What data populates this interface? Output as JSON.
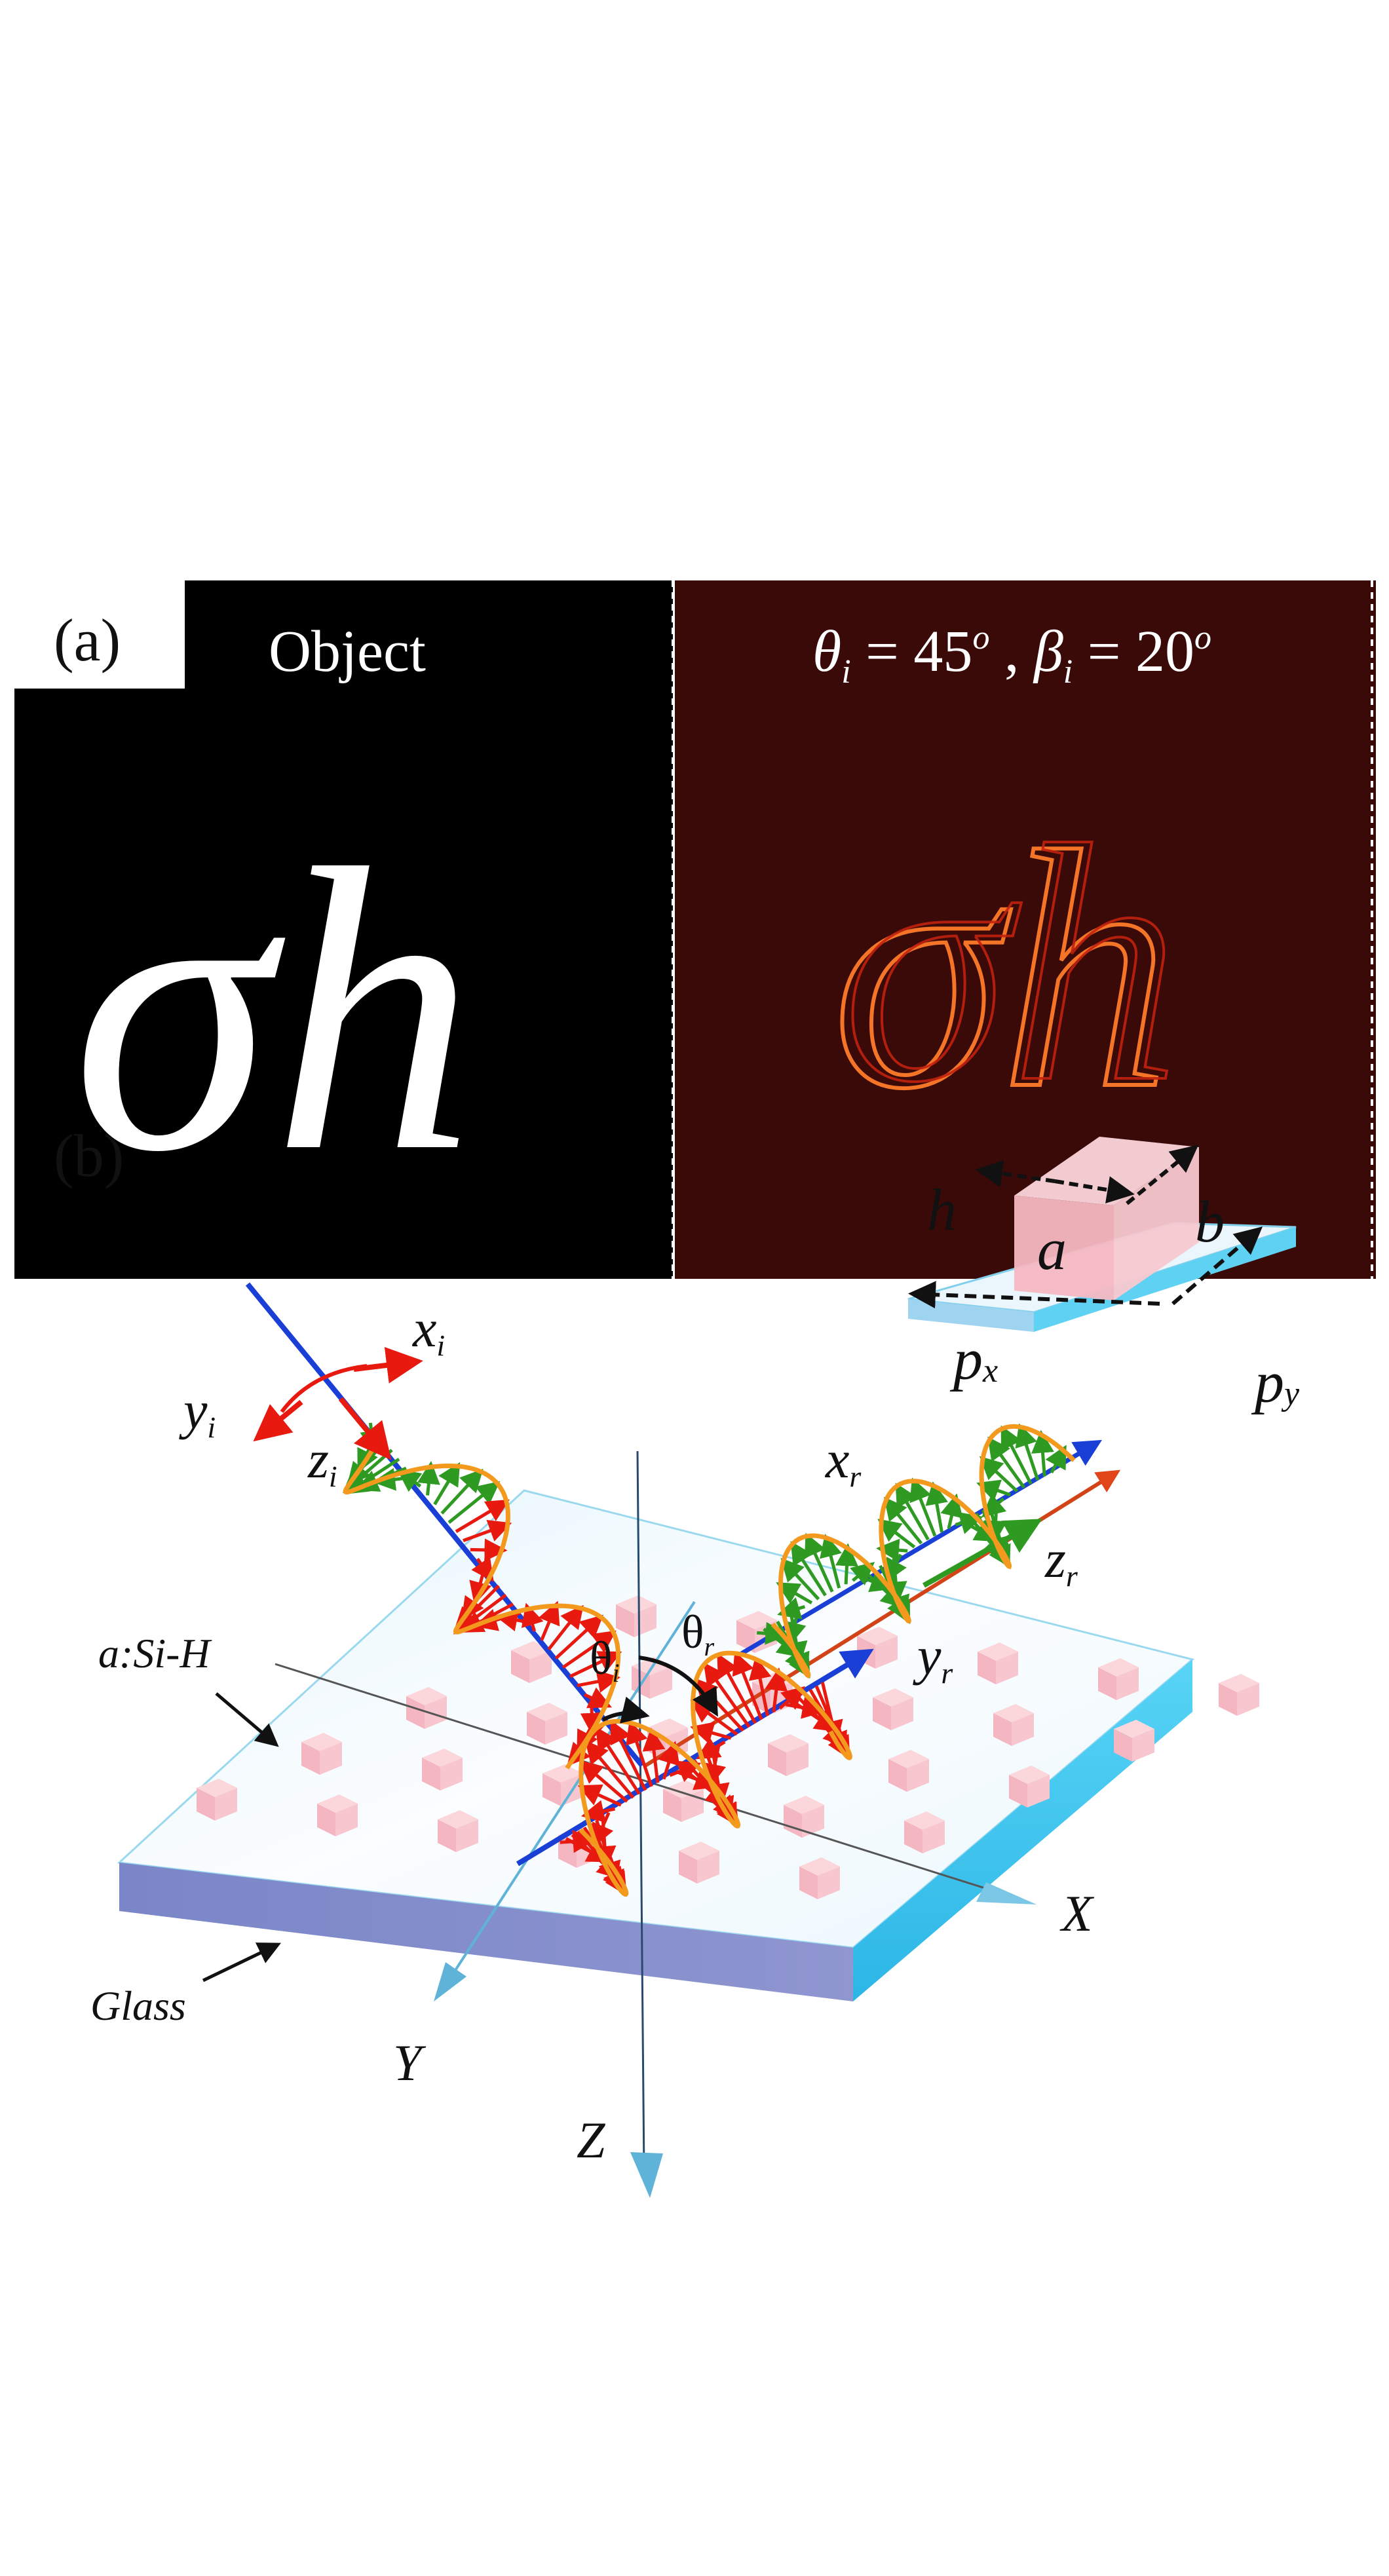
{
  "panel_a": {
    "label": "(a)",
    "object_title": "Object",
    "object_text": "σh",
    "result_title_parts": [
      "θ",
      "i",
      " = 45",
      "o",
      " , ",
      "β",
      "i",
      " = 20",
      "o"
    ],
    "result_text": "σh"
  },
  "panel_b": {
    "label": "(b)",
    "inset": {
      "h": "h",
      "a": "a",
      "b": "b",
      "px_base": "p",
      "px_sub": "x",
      "py_base": "p",
      "py_sub": "y"
    },
    "incident": {
      "x_base": "x",
      "x_sub": "i",
      "y_base": "y",
      "y_sub": "i",
      "z_base": "z",
      "z_sub": "i"
    },
    "reflected": {
      "x_base": "x",
      "x_sub": "r",
      "y_base": "y",
      "y_sub": "r",
      "z_base": "z",
      "z_sub": "r"
    },
    "angles": {
      "theta_i_base": "θ",
      "theta_i_sub": "i",
      "theta_r_base": "θ",
      "theta_r_sub": "r"
    },
    "labels": {
      "material": "a:Si-H",
      "substrate": "Glass",
      "axis_x": "X",
      "axis_y": "Y",
      "axis_z": "Z"
    }
  },
  "colors": {
    "object_bg": "#000000",
    "result_bg": "#3a0a08",
    "result_stroke": "#ff7a2a",
    "incident_axis": "#1a3fd6",
    "helix": "#f39a1e",
    "e_field_red": "#e81a10",
    "e_field_green": "#2e9a22",
    "glass_top": "#f4fbfe",
    "glass_side": "#8a90cc",
    "glass_edge": "#36c8f0",
    "pillar": "#f6b6c0",
    "reflected_axis": "#e0461a"
  }
}
